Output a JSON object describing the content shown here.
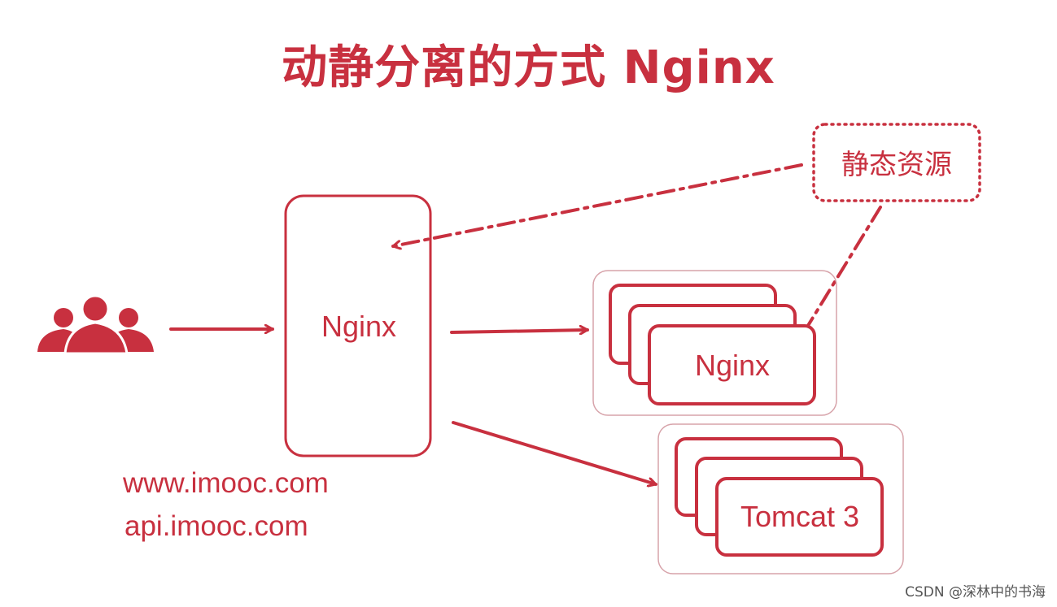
{
  "title": "动静分离的方式 Nginx",
  "colors": {
    "accent": "#c8303f",
    "border_light": "#d7a3aa"
  },
  "icons": {
    "users": "users-group-icon"
  },
  "nodes": {
    "static_resource": "静态资源",
    "front_nginx": "Nginx",
    "nginx_cluster": "Nginx",
    "tomcat_cluster": "Tomcat 3"
  },
  "domains": {
    "www": "www.imooc.com",
    "api": "api.imooc.com"
  },
  "watermark": "CSDN @深林中的书海"
}
